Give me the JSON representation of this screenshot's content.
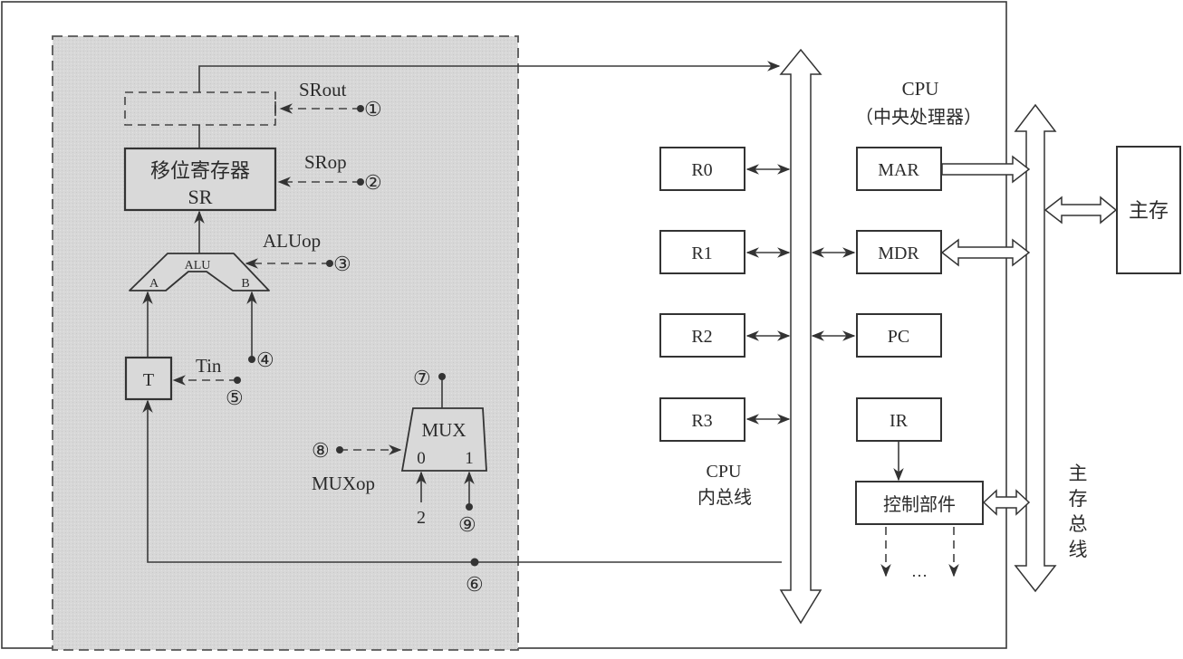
{
  "datapath": {
    "shift_register": {
      "line1": "移位寄存器",
      "line2": "SR"
    },
    "alu": {
      "label": "ALU",
      "input_a": "A",
      "input_b": "B"
    },
    "temp_register": {
      "label": "T"
    },
    "mux": {
      "label": "MUX",
      "input0": "0",
      "input1": "1",
      "const_input": "2"
    },
    "signals": {
      "srout": "SRout",
      "srop": "SRop",
      "aluop": "ALUop",
      "tin": "Tin",
      "muxop": "MUXop"
    },
    "points": [
      "①",
      "②",
      "③",
      "④",
      "⑤",
      "⑥",
      "⑦",
      "⑧",
      "⑨"
    ]
  },
  "cpu": {
    "title": "CPU",
    "subtitle": "（中央处理器）",
    "registers": [
      "R0",
      "R1",
      "R2",
      "R3"
    ],
    "special_registers": [
      "MAR",
      "MDR",
      "PC",
      "IR"
    ],
    "control_unit": "控制部件",
    "control_outputs": "…",
    "internal_bus": {
      "line1": "CPU",
      "line2": "内总线"
    }
  },
  "memory": {
    "label": "主存"
  },
  "memory_bus": {
    "chars": [
      "主",
      "存",
      "总",
      "线"
    ]
  }
}
